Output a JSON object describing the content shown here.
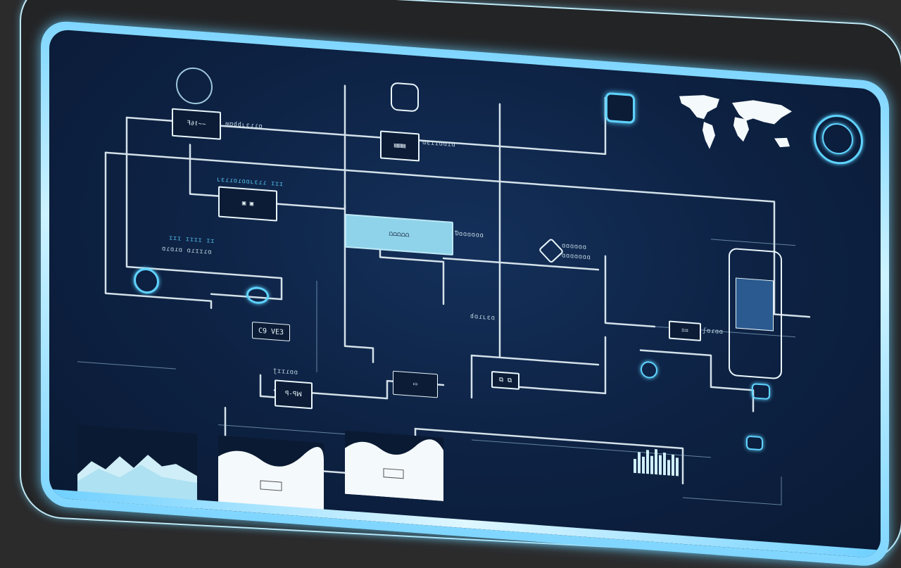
{
  "scene": {
    "description": "Glowing monitor displaying a network flow diagram",
    "colors": {
      "background": "#2b2b2c",
      "screen": "#0d2142",
      "accent": "#5fd3ff",
      "wire": "#e9f6fb",
      "bezel_glow": "#7fd6ff"
    }
  },
  "nodes": [
    {
      "id": "top-left-box",
      "label": "ꟻ∂ℓ~~"
    },
    {
      "id": "center-top-box",
      "label": "▤▤▤"
    },
    {
      "id": "left-mid-box",
      "label": "▣ ▣"
    },
    {
      "id": "highlight-panel",
      "label": "⩍⩍⩍⩍⩍"
    },
    {
      "id": "bottom-box-1",
      "label": "ꟼ-ꟼꟽ"
    },
    {
      "id": "bottom-box-2",
      "label": "▭"
    },
    {
      "id": "mid-right-box",
      "label": "⧉ ⧉"
    },
    {
      "id": "right-box",
      "label": "⌗⌗"
    },
    {
      "id": "cd-box",
      "label": "C9 VE3"
    }
  ],
  "labels": {
    "l1": "ʍʊɗɗʟɛɾɾɑ",
    "l2": "ɑɛɾɾɑɑɾɑ",
    "l3": "ʟɛɾɾɑɾɑɑʟɛɾɾ ɪɪɪ",
    "l4": "Ɗɑɑɑɑɑɑ",
    "l5": "ɑɑɑɑɑɑ",
    "l6": "ɑɑɑɑɑɑɑ",
    "l7": "ɗɑɾʟɛɑ",
    "l8": "ɪɪɪ ɪɪɪɪ ɪɪ",
    "l9": "ʃɑɾɑɑ",
    "l10": "ʈɪɪɾɑɑ",
    "l11": "ɑɾɑɾɑ ɑɾɪɪɾɑ"
  },
  "charts": [
    {
      "id": "mini-chart-1",
      "type": "area"
    },
    {
      "id": "mini-chart-2",
      "type": "area"
    },
    {
      "id": "mini-chart-3",
      "type": "area"
    }
  ],
  "world_map": {
    "present": true
  },
  "phone_mockup": {
    "present": true
  }
}
